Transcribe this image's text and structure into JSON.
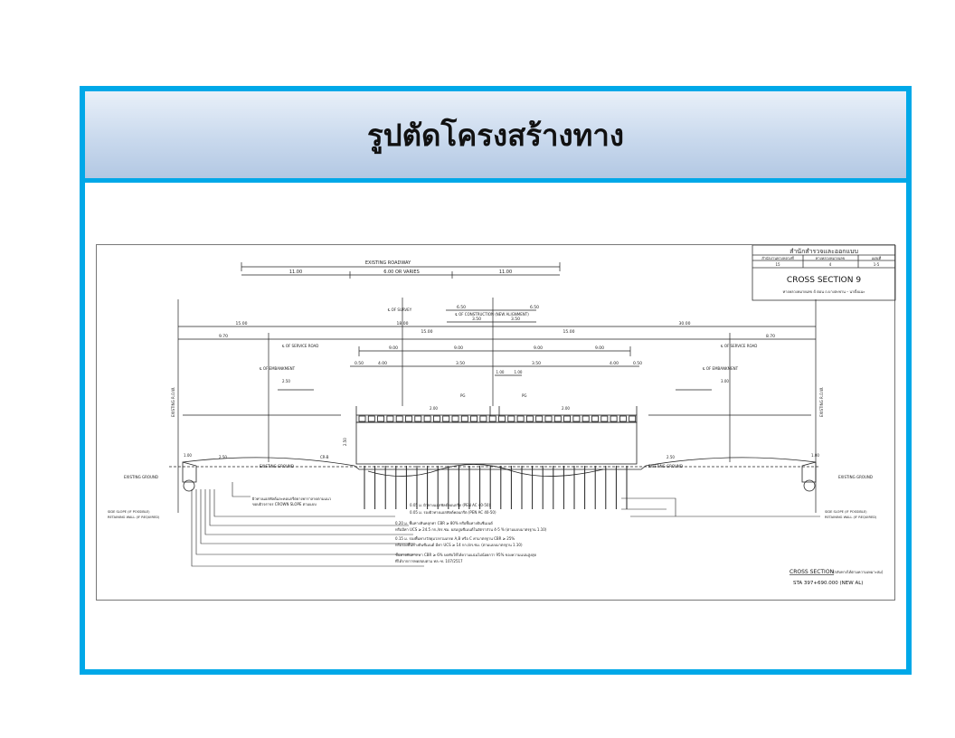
{
  "slide": {
    "title": "รูปตัดโครงสร้างทาง"
  },
  "title_block": {
    "agency": "สำนักสำรวจและออกแบบ",
    "col_headers": [
      "สำนักงานทางหลวงที่",
      "ทางหลวงหมายเลข",
      "แผ่นที่"
    ],
    "col_values": [
      "15",
      "4",
      "1-5"
    ],
    "section_name": "CROSS SECTION 9",
    "route": "ทางหลวงหมายเลข 4  ตอน ถ.บางสะพาน – นาตั้งแนะ"
  },
  "dims": {
    "roadway": "EXISTING ROADWAY",
    "r1": "11.00",
    "r2": "6.00 OR VARIES",
    "r3": "11.00",
    "survey": "℄ OF SURVEY",
    "construction": "℄ OF CONSTRUCTION (NEW ALIGNMENT)",
    "d650a": "6.50",
    "d650b": "6.50",
    "d350a": "3.50",
    "d350b": "3.50",
    "left_total": "15.00",
    "left_mid": "18.00",
    "right_total": "30.00",
    "l9": "9.70",
    "r9": "8.70",
    "c1500a": "15.00",
    "c1500b": "15.00",
    "s900a": "9.00",
    "s900b": "9.00",
    "s900c": "9.00",
    "s900d": "9.00",
    "lane_a": "4.00",
    "lane_b": "3.50",
    "lane_c": "3.50",
    "lane_d": "4.00",
    "side_a": "0.50",
    "side_b": "0.50",
    "small_a": "1.00",
    "small_b": "1.00",
    "ssr_a": "℄ OF SERVICE ROAD",
    "ssr_b": "℄ OF SERVICE ROAD",
    "emb_a": "℄ OF EMBANKMENT",
    "emb_b": "℄ OF EMBANKMENT",
    "row_a": "EXISTING R.O.W.",
    "row_b": "EXISTING R.O.W.",
    "e250": "2.50",
    "e300": "3.00",
    "pg_a": "PG",
    "pg_b": "PG",
    "pgv_a": "2.00",
    "pgv_b": "2.00",
    "ht": "2.50",
    "m_a": "1.00",
    "m_b": "1.00",
    "m_c": "2.50",
    "m_d": "2.50",
    "ground_a": "EXISTING GROUND",
    "ground_b": "EXISTING GROUND",
    "ground_c": "EXISTING GROUND",
    "ground_d": "EXISTING GROUND",
    "cr": "CR-B"
  },
  "notes_left": {
    "n1": "ผิวทางแอสฟัลต์และคอนกรีตยางพาราลาดตามแนว",
    "n2": "ขอบผิวจราจร CROWN SLOPE ตามแบบ",
    "side_slope": "SIDE SLOPE (IF POSSIBLE)",
    "retain": "RETAINING WALL (IF REQUIRED)"
  },
  "notes_right": {
    "side_slope": "SIDE SLOPE (IF POSSIBLE)",
    "retain": "RETAINING WALL (IF REQUIRED)"
  },
  "layers": [
    "0.05 ม. ผิวทางแอสฟัลต์คอนกรีต (PEN AC 40-50)",
    "0.05 ม. รองผิวทางแอสฟัลต์คอนกรีต (PEN AC 40-50)",
    "0.20 ม. พื้นทางหินคลุกค่า CBR ≥ 80% หรือพื้นทางดินซีเมนต์",
    "หรือมีค่า UCS ≥ 24.5 กก./ตร.ซม. ผสมปูนซีเมนต์ในอัตราส่วน 4-5 % (ตามแบบมาตรฐาน 1.10)",
    "0.15 ม. รองพื้นทางวัสดุมวลรวมเกรด A,B หรือ C ค่ามาตรฐาน CBR ≥ 25%",
    "หรือรองพื้นทางดินซีเมนต์ มีค่า UCS ≥ 14 กก./ตร.ซม. (ตามแบบมาตรฐาน 1.10)",
    "ชั้นทางคันทาง ค่า CBR ≥ 6% บดทับให้ได้ความแน่นไม่น้อยกว่า 95% ของความแน่นสูงสุด",
    "ที่ได้จากการทดสอบตาม ทล.-ท. 107/2517"
  ],
  "section_label": "CROSS SECTION",
  "section_note": "(กลับทางได้ตามความเหมาะสม)",
  "station": "STA 397+690.000 (NEW AL)"
}
